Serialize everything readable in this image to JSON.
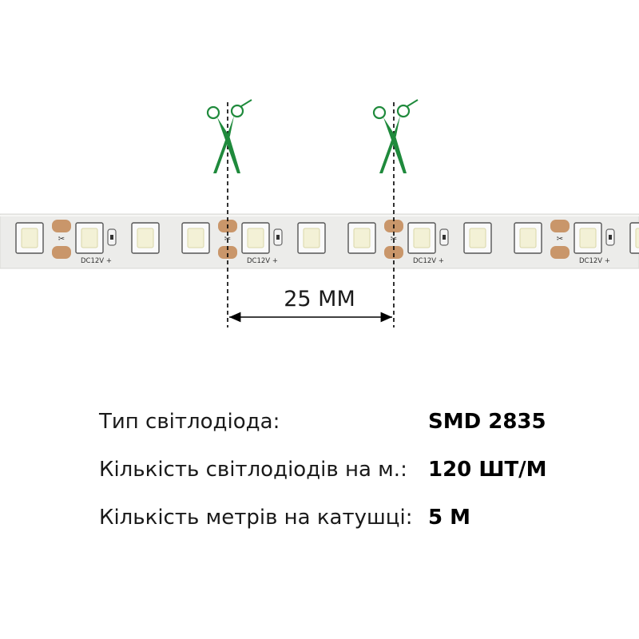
{
  "colors": {
    "scissors": "#1f8a3c",
    "strip": "#ededeb",
    "copper_pad": "#c9966a",
    "led": "#f3f1d6"
  },
  "icons": [
    "scissors-icon",
    "scissors-icon"
  ],
  "strip_marking": "DC12V +",
  "dimension": {
    "label": "25 ММ"
  },
  "specs": [
    {
      "label": "Тип світлодіода:",
      "value": "SMD 2835"
    },
    {
      "label": "Кількість світлодіодів на м.:",
      "value": "120 ШТ/М"
    },
    {
      "label": "Кількість метрів на катушці:",
      "value": "5 М"
    }
  ]
}
